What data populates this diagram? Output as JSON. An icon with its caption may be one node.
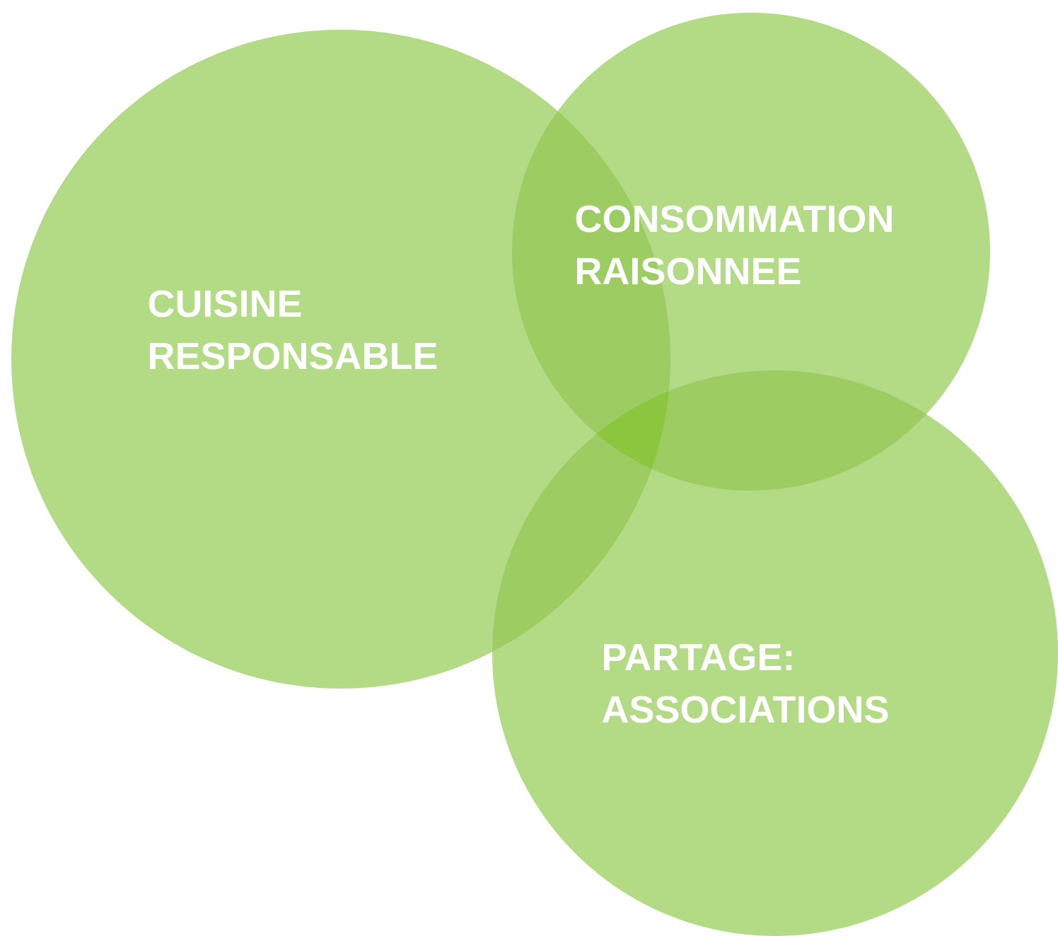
{
  "diagram": {
    "nodes": [
      {
        "text": [
          "CUISINE RESPONSABLE"
        ]
      },
      {
        "text": [
          "CONSOMMATION RAISONNEE"
        ]
      },
      {
        "text": [
          "PARTAGE: ASSOCIATIONS"
        ]
      }
    ]
  }
}
